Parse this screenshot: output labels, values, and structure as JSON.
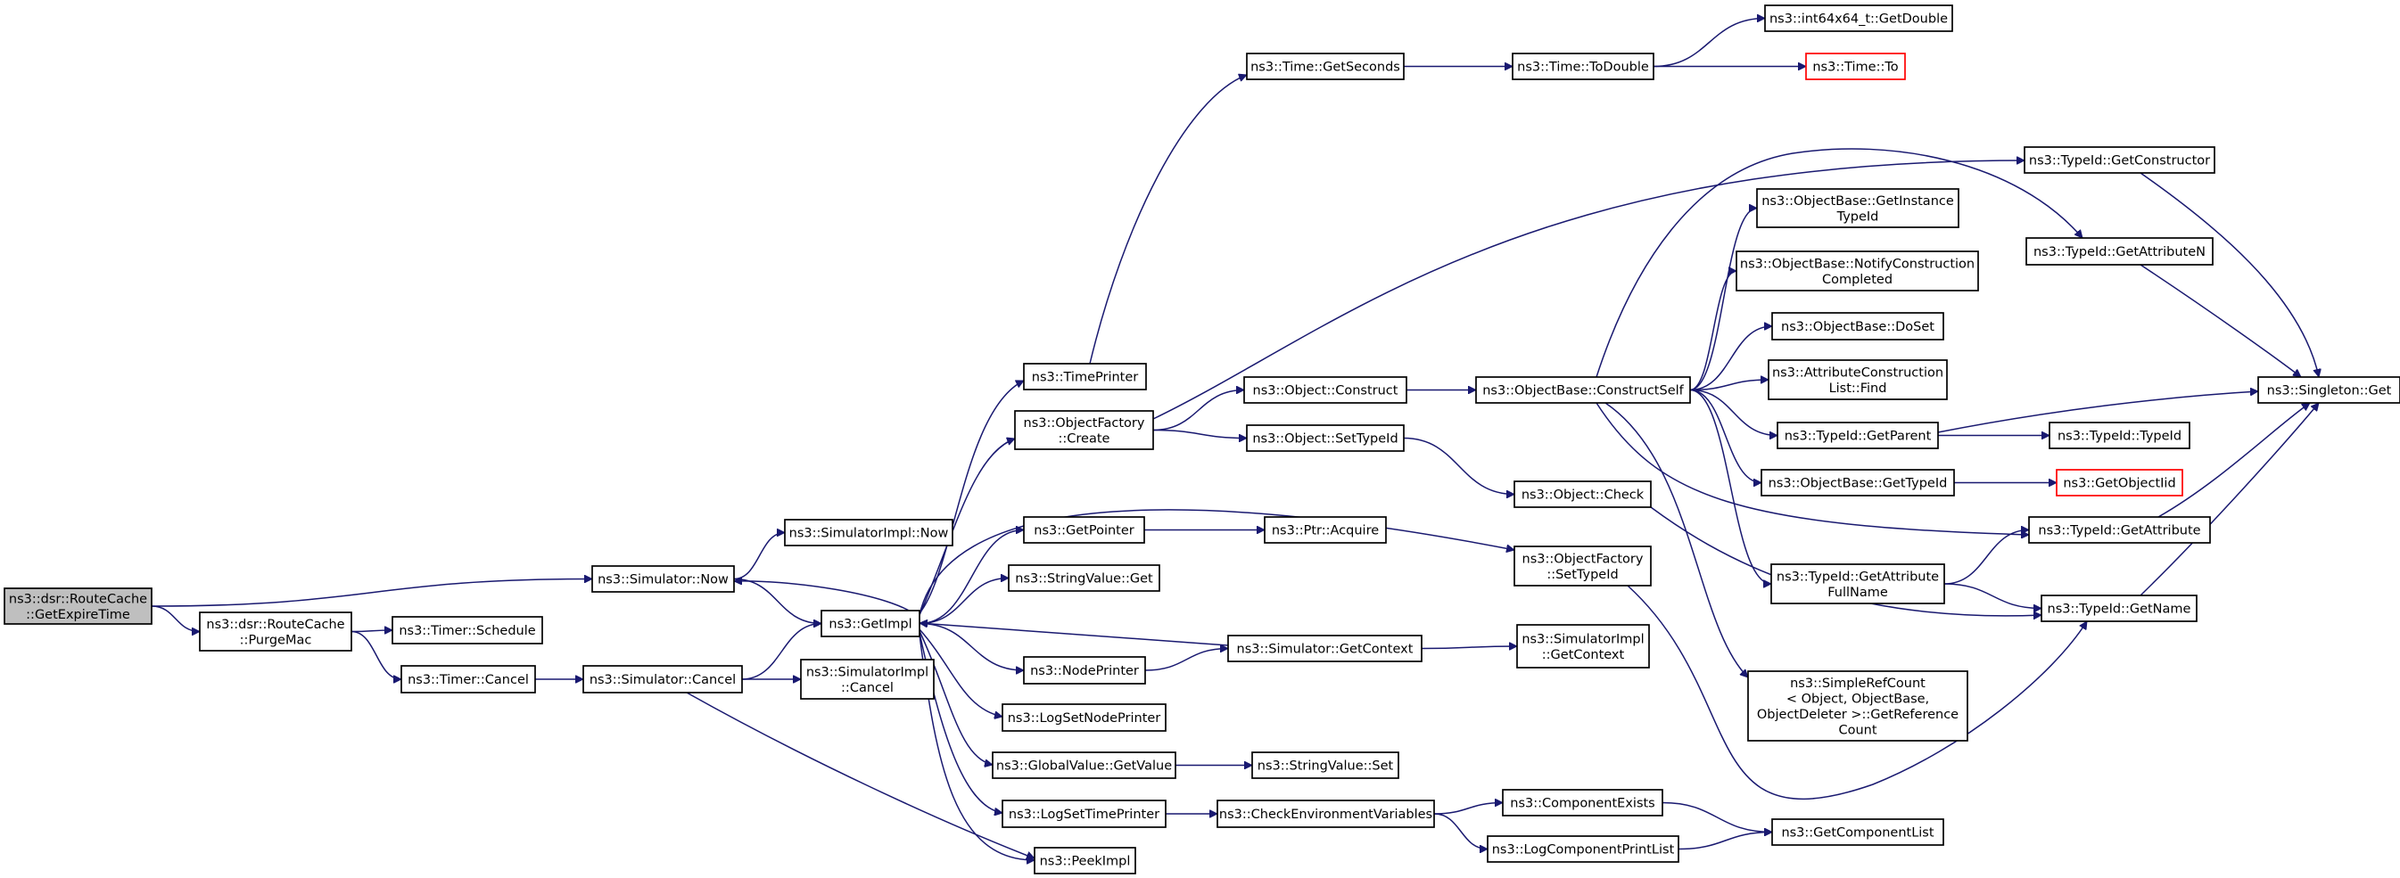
{
  "graph": {
    "title": "",
    "edge_color": "#191970",
    "missing_link_color": "#ff0000",
    "root_fill": "#bfbfbf",
    "nodes": [
      {
        "id": "root",
        "label": [
          "ns3::dsr::RouteCache",
          "::GetExpireTime"
        ],
        "style": "root"
      },
      {
        "id": "purgemac",
        "label": [
          "ns3::dsr::RouteCache",
          "::PurgeMac"
        ]
      },
      {
        "id": "timerschedule",
        "label": [
          "ns3::Timer::Schedule"
        ]
      },
      {
        "id": "timercancel",
        "label": [
          "ns3::Timer::Cancel"
        ]
      },
      {
        "id": "simnow",
        "label": [
          "ns3::Simulator::Now"
        ]
      },
      {
        "id": "simimplnow",
        "label": [
          "ns3::SimulatorImpl::Now"
        ]
      },
      {
        "id": "simcancel",
        "label": [
          "ns3::Simulator::Cancel"
        ]
      },
      {
        "id": "simimplcancel",
        "label": [
          "ns3::SimulatorImpl",
          "::Cancel"
        ]
      },
      {
        "id": "getimpl",
        "label": [
          "ns3::GetImpl"
        ]
      },
      {
        "id": "timeprinter",
        "label": [
          "ns3::TimePrinter"
        ]
      },
      {
        "id": "ofcreate",
        "label": [
          "ns3::ObjectFactory",
          "::Create"
        ]
      },
      {
        "id": "getpointer",
        "label": [
          "ns3::GetPointer"
        ]
      },
      {
        "id": "stringget",
        "label": [
          "ns3::StringValue::Get"
        ]
      },
      {
        "id": "nodeprinter",
        "label": [
          "ns3::NodePrinter"
        ]
      },
      {
        "id": "logsetnodeprinter",
        "label": [
          "ns3::LogSetNodePrinter"
        ]
      },
      {
        "id": "gvgetvalue",
        "label": [
          "ns3::GlobalValue::GetValue"
        ]
      },
      {
        "id": "logsettimeprinter",
        "label": [
          "ns3::LogSetTimePrinter"
        ]
      },
      {
        "id": "peekimpl",
        "label": [
          "ns3::PeekImpl"
        ]
      },
      {
        "id": "timegetseconds",
        "label": [
          "ns3::Time::GetSeconds"
        ]
      },
      {
        "id": "objconstruct",
        "label": [
          "ns3::Object::Construct"
        ]
      },
      {
        "id": "objsettypeid",
        "label": [
          "ns3::Object::SetTypeId"
        ]
      },
      {
        "id": "ptracquire",
        "label": [
          "ns3::Ptr::Acquire"
        ]
      },
      {
        "id": "simgetcontext",
        "label": [
          "ns3::Simulator::GetContext"
        ]
      },
      {
        "id": "stringset",
        "label": [
          "ns3::StringValue::Set"
        ]
      },
      {
        "id": "checkenv",
        "label": [
          "ns3::CheckEnvironmentVariables"
        ]
      },
      {
        "id": "timetodouble",
        "label": [
          "ns3::Time::ToDouble"
        ]
      },
      {
        "id": "obconstructself",
        "label": [
          "ns3::ObjectBase::ConstructSelf"
        ]
      },
      {
        "id": "objcheck",
        "label": [
          "ns3::Object::Check"
        ]
      },
      {
        "id": "ofsettypeid",
        "label": [
          "ns3::ObjectFactory",
          "::SetTypeId"
        ]
      },
      {
        "id": "simimplgetcontext",
        "label": [
          "ns3::SimulatorImpl",
          "::GetContext"
        ]
      },
      {
        "id": "componentexists",
        "label": [
          "ns3::ComponentExists"
        ]
      },
      {
        "id": "logcompprintlist",
        "label": [
          "ns3::LogComponentPrintList"
        ]
      },
      {
        "id": "int64getdouble",
        "label": [
          "ns3::int64x64_t::GetDouble"
        ]
      },
      {
        "id": "timeto",
        "label": [
          "ns3::Time::To"
        ],
        "style": "missing"
      },
      {
        "id": "obgetinstance",
        "label": [
          "ns3::ObjectBase::GetInstance",
          "TypeId"
        ]
      },
      {
        "id": "obnotify",
        "label": [
          "ns3::ObjectBase::NotifyConstruction",
          "Completed"
        ]
      },
      {
        "id": "obdoset",
        "label": [
          "ns3::ObjectBase::DoSet"
        ]
      },
      {
        "id": "acllistfind",
        "label": [
          "ns3::AttributeConstruction",
          "List::Find"
        ]
      },
      {
        "id": "tidgetparent",
        "label": [
          "ns3::TypeId::GetParent"
        ]
      },
      {
        "id": "obgettypeid",
        "label": [
          "ns3::ObjectBase::GetTypeId"
        ]
      },
      {
        "id": "tidgetattrfullname",
        "label": [
          "ns3::TypeId::GetAttribute",
          "FullName"
        ]
      },
      {
        "id": "simplerefcount",
        "label": [
          "ns3::SimpleRefCount",
          "< Object, ObjectBase,",
          "ObjectDeleter >::GetReference",
          "Count"
        ]
      },
      {
        "id": "getcomponentlist",
        "label": [
          "ns3::GetComponentList"
        ]
      },
      {
        "id": "tidgetconstructor",
        "label": [
          "ns3::TypeId::GetConstructor"
        ]
      },
      {
        "id": "tidgetattributen",
        "label": [
          "ns3::TypeId::GetAttributeN"
        ]
      },
      {
        "id": "singletonget",
        "label": [
          "ns3::Singleton::Get"
        ]
      },
      {
        "id": "tidtypeid",
        "label": [
          "ns3::TypeId::TypeId"
        ]
      },
      {
        "id": "getobjectiid",
        "label": [
          "ns3::GetObjectIid"
        ],
        "style": "missing"
      },
      {
        "id": "tidgetattribute",
        "label": [
          "ns3::TypeId::GetAttribute"
        ]
      },
      {
        "id": "tidgetname",
        "label": [
          "ns3::TypeId::GetName"
        ]
      }
    ],
    "edges": [
      [
        "root",
        "simnow"
      ],
      [
        "root",
        "purgemac"
      ],
      [
        "purgemac",
        "timerschedule"
      ],
      [
        "purgemac",
        "timercancel"
      ],
      [
        "timercancel",
        "simcancel"
      ],
      [
        "simnow",
        "simimplnow"
      ],
      [
        "simnow",
        "getimpl"
      ],
      [
        "simcancel",
        "getimpl"
      ],
      [
        "simcancel",
        "simimplcancel"
      ],
      [
        "simcancel",
        "peekimpl"
      ],
      [
        "getimpl",
        "simnow"
      ],
      [
        "getimpl",
        "timeprinter"
      ],
      [
        "getimpl",
        "ofcreate"
      ],
      [
        "getimpl",
        "ofsettypeid"
      ],
      [
        "getimpl",
        "getpointer"
      ],
      [
        "getimpl",
        "stringget"
      ],
      [
        "getimpl",
        "nodeprinter"
      ],
      [
        "getimpl",
        "logsetnodeprinter"
      ],
      [
        "getimpl",
        "gvgetvalue"
      ],
      [
        "getimpl",
        "logsettimeprinter"
      ],
      [
        "getimpl",
        "peekimpl"
      ],
      [
        "timeprinter",
        "timegetseconds"
      ],
      [
        "timegetseconds",
        "timetodouble"
      ],
      [
        "timetodouble",
        "int64getdouble"
      ],
      [
        "timetodouble",
        "timeto"
      ],
      [
        "ofcreate",
        "objconstruct"
      ],
      [
        "ofcreate",
        "objsettypeid"
      ],
      [
        "ofcreate",
        "tidgetconstructor"
      ],
      [
        "objconstruct",
        "obconstructself"
      ],
      [
        "objsettypeid",
        "objcheck"
      ],
      [
        "getpointer",
        "ptracquire"
      ],
      [
        "nodeprinter",
        "simgetcontext"
      ],
      [
        "simgetcontext",
        "getimpl"
      ],
      [
        "simgetcontext",
        "simimplgetcontext"
      ],
      [
        "gvgetvalue",
        "stringset"
      ],
      [
        "logsettimeprinter",
        "checkenv"
      ],
      [
        "checkenv",
        "componentexists"
      ],
      [
        "checkenv",
        "logcompprintlist"
      ],
      [
        "componentexists",
        "getcomponentlist"
      ],
      [
        "logcompprintlist",
        "getcomponentlist"
      ],
      [
        "obconstructself",
        "obgetinstance"
      ],
      [
        "obconstructself",
        "obnotify"
      ],
      [
        "obconstructself",
        "obdoset"
      ],
      [
        "obconstructself",
        "acllistfind"
      ],
      [
        "obconstructself",
        "tidgetparent"
      ],
      [
        "obconstructself",
        "obgettypeid"
      ],
      [
        "obconstructself",
        "tidgetattrfullname"
      ],
      [
        "obconstructself",
        "simplerefcount"
      ],
      [
        "obconstructself",
        "tidgetattributen"
      ],
      [
        "obconstructself",
        "tidgetattribute"
      ],
      [
        "objcheck",
        "tidgetname"
      ],
      [
        "ofsettypeid",
        "tidgetname"
      ],
      [
        "tidgetparent",
        "tidtypeid"
      ],
      [
        "tidgetparent",
        "singletonget"
      ],
      [
        "obgettypeid",
        "getobjectiid"
      ],
      [
        "tidgetattrfullname",
        "tidgetattribute"
      ],
      [
        "tidgetattrfullname",
        "tidgetname"
      ],
      [
        "tidgetconstructor",
        "singletonget"
      ],
      [
        "tidgetattributen",
        "singletonget"
      ],
      [
        "tidgetattribute",
        "singletonget"
      ],
      [
        "tidgetname",
        "singletonget"
      ]
    ]
  }
}
